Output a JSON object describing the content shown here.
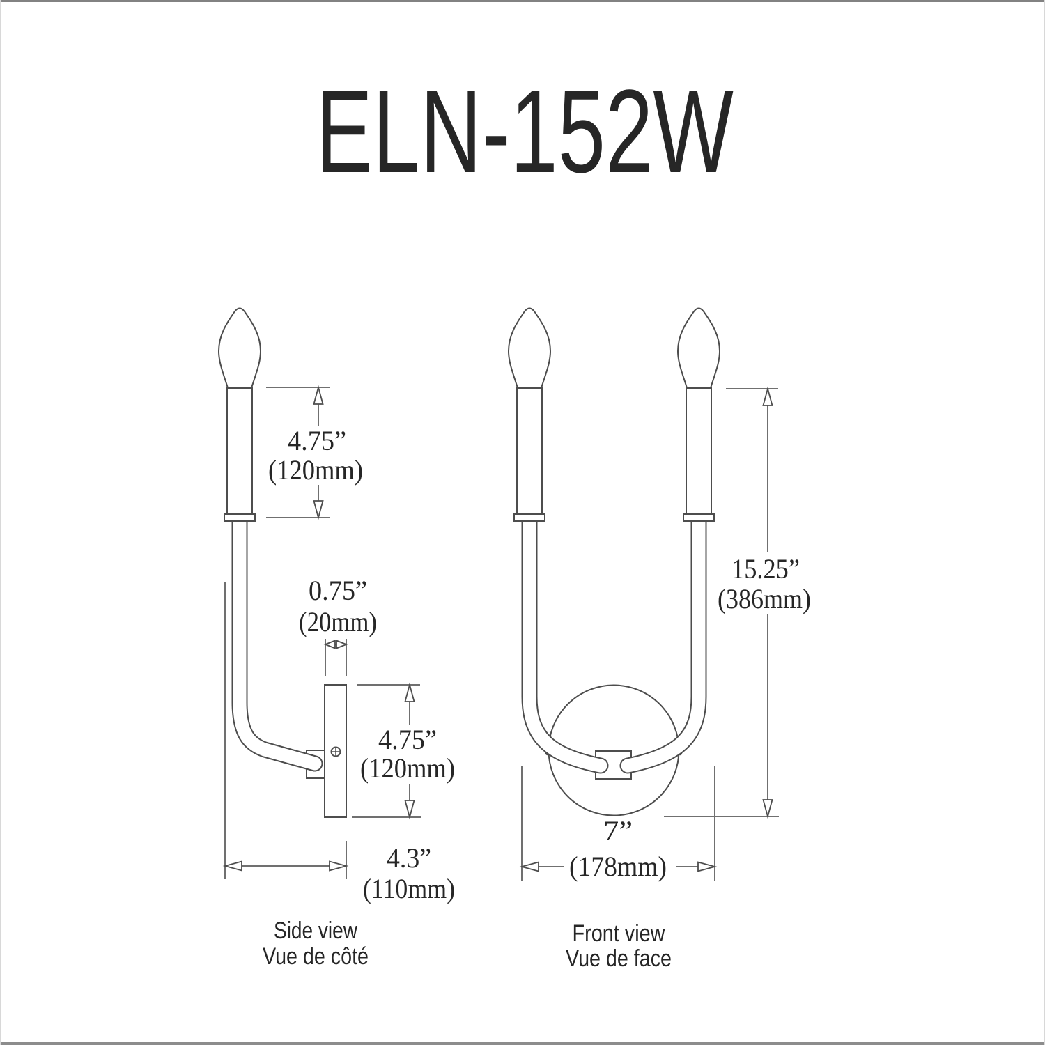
{
  "title": "ELN-152W",
  "colors": {
    "background": "#ffffff",
    "ink": "#262626",
    "object_line": "#4d4d4d",
    "dimension_line": "#707070",
    "border": "#858585"
  },
  "side_view": {
    "label_en": "Side view",
    "label_fr": "Vue de côté",
    "dims": {
      "candle_height_in": "4.75”",
      "candle_height_mm": "(120mm)",
      "plate_depth_in": "0.75”",
      "plate_depth_mm": "(20mm)",
      "plate_height_in": "4.75”",
      "plate_height_mm": "(120mm)",
      "extension_in": "4.3”",
      "extension_mm": "(110mm)"
    }
  },
  "front_view": {
    "label_en": "Front view",
    "label_fr": "Vue de face",
    "dims": {
      "height_in": "15.25”",
      "height_mm": "(386mm)",
      "width_in": "7”",
      "width_mm": "(178mm)"
    }
  }
}
